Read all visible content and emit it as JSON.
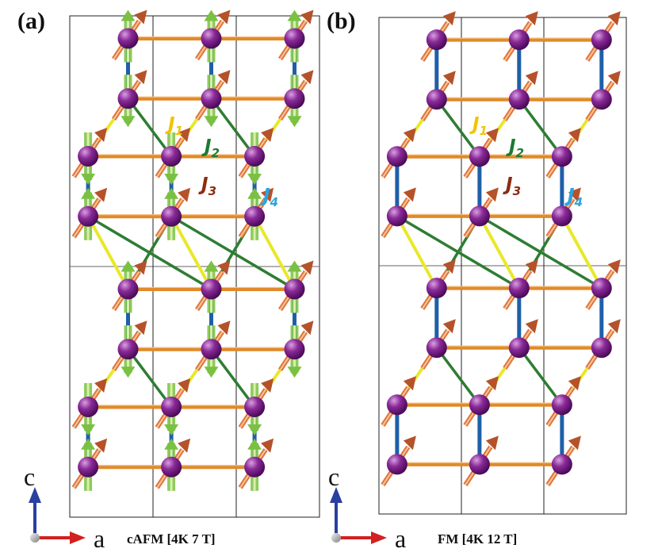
{
  "panels": [
    {
      "id": "a",
      "label": "(a)",
      "caption": "cAFM [4K  7 T]",
      "order": "cAFM",
      "axis_c": "c",
      "axis_a": "a",
      "j_labels": [
        {
          "main": "J",
          "sub": "1",
          "color": "#f2c400"
        },
        {
          "main": "J",
          "sub": "2",
          "color": "#1b7a32"
        },
        {
          "main": "J",
          "sub": "3",
          "color": "#8b2c12"
        },
        {
          "main": "J",
          "sub": "4",
          "color": "#2aa4e0"
        }
      ]
    },
    {
      "id": "b",
      "label": "(b)",
      "caption": "FM [4K  12 T]",
      "order": "FM",
      "axis_c": "c",
      "axis_a": "a",
      "j_labels": [
        {
          "main": "J",
          "sub": "1",
          "color": "#f2c400"
        },
        {
          "main": "J",
          "sub": "2",
          "color": "#1b7a32"
        },
        {
          "main": "J",
          "sub": "3",
          "color": "#8b2c12"
        },
        {
          "main": "J",
          "sub": "4",
          "color": "#2aa4e0"
        }
      ]
    }
  ],
  "colors": {
    "atom": "#7a1e86",
    "bond_J1": "#e8e82a",
    "bond_J2": "#2e7d32",
    "bond_J3": "#e08a2a",
    "bond_J4": "#1e5fa8",
    "spin_orange": "#e0753a",
    "spin_green": "#7ac143",
    "axis_c": "#2a3fa0",
    "axis_a": "#d32020"
  }
}
